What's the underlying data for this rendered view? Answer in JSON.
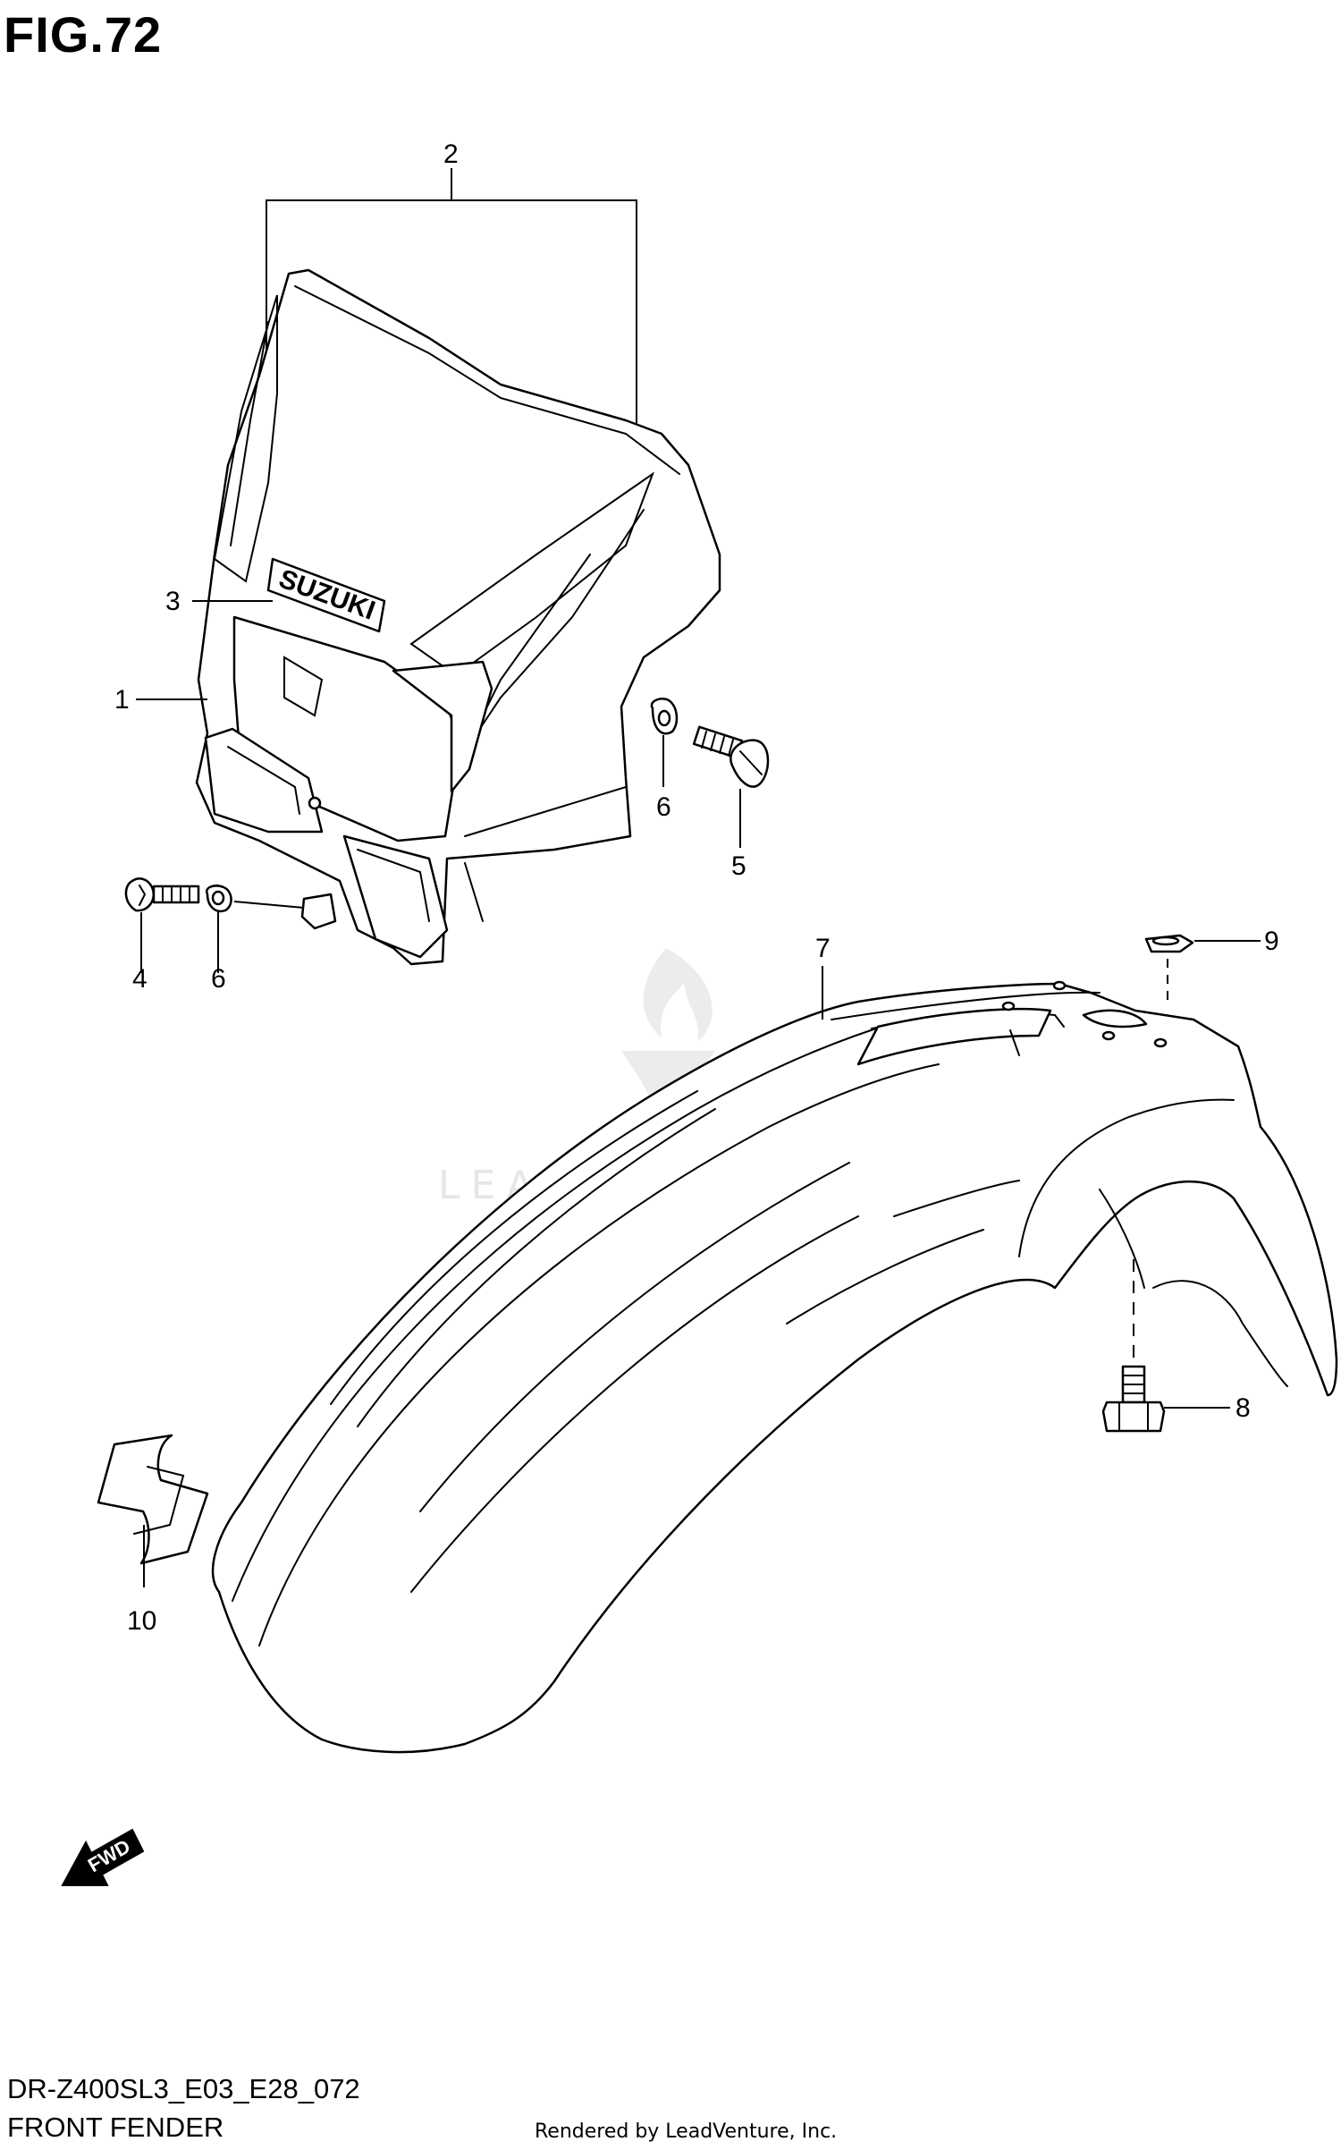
{
  "header": {
    "figure_label": "FIG.72"
  },
  "footer": {
    "model_code": "DR-Z400SL3_E03_E28_072",
    "section_name": "FRONT FENDER",
    "rendered_by": "Rendered by LeadVenture, Inc."
  },
  "watermark": {
    "text": "LEADVENTURE"
  },
  "graphics": {
    "headlight_logo_text": "SUZUKI",
    "direction_arrow_text": "FWD"
  },
  "callouts": [
    {
      "number": "1",
      "part": "headlight-cowl"
    },
    {
      "number": "2",
      "part": "cowl-stripe-decals"
    },
    {
      "number": "3",
      "part": "suzuki-emblem"
    },
    {
      "number": "4",
      "part": "bolt"
    },
    {
      "number": "5",
      "part": "bolt"
    },
    {
      "number": "6",
      "part": "cushion-washer"
    },
    {
      "number": "6",
      "part": "cushion-washer"
    },
    {
      "number": "7",
      "part": "front-fender"
    },
    {
      "number": "8",
      "part": "fender-bolt"
    },
    {
      "number": "9",
      "part": "nut"
    },
    {
      "number": "10",
      "part": "s-emblem-decal"
    }
  ],
  "colors": {
    "line": "#000000",
    "background": "#ffffff",
    "watermark": "#e6e6e6"
  }
}
